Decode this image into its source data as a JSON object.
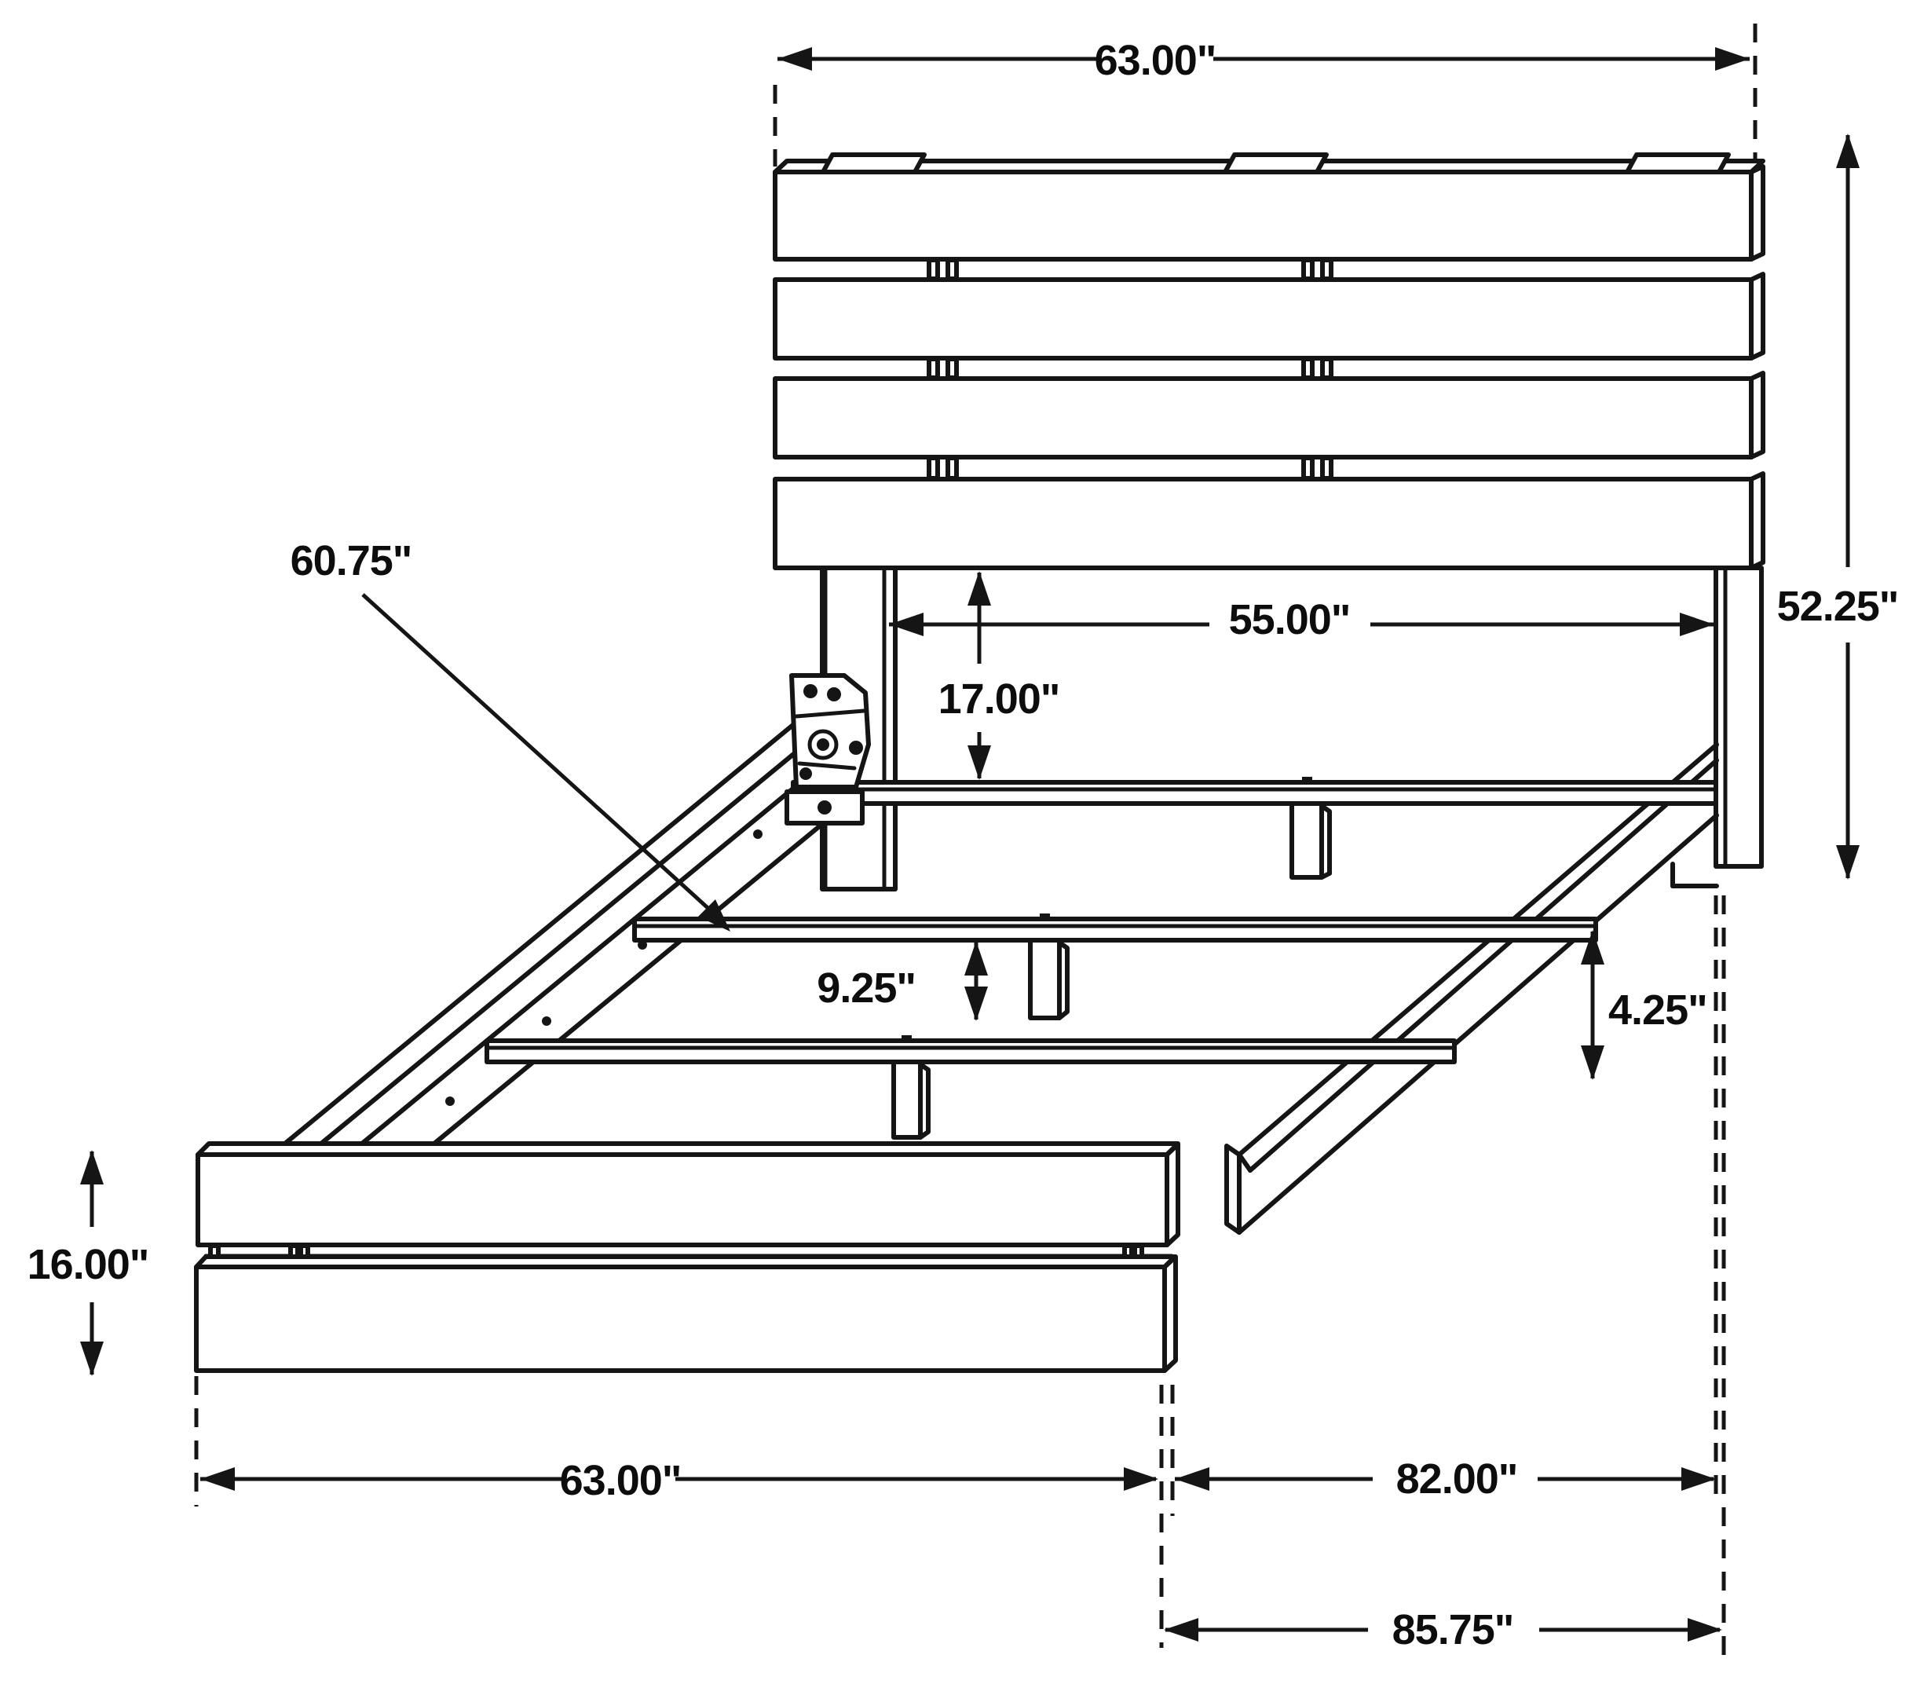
{
  "colors": {
    "background": "#ffffff",
    "line": "#151515",
    "text": "#0d0d0d"
  },
  "dims": {
    "headboard_width": "63.00\"",
    "headboard_height": "52.25\"",
    "inner_width": "55.00\"",
    "under_headboard_clearance": "17.00\"",
    "slat_rail_callout": "60.75\"",
    "slat_platform_height": "9.25\"",
    "side_rail_clearance": "4.25\"",
    "footboard_height": "16.00\"",
    "footboard_width": "63.00\"",
    "inner_length": "82.00\"",
    "overall_length": "85.75\""
  }
}
